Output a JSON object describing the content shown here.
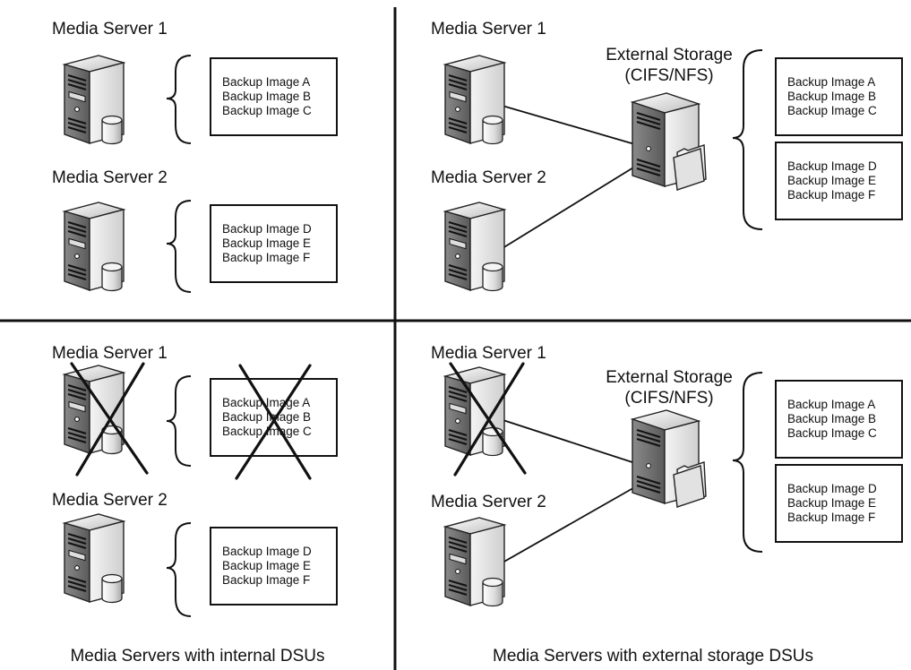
{
  "quadrants": {
    "top_left": {
      "server1": "Media Server 1",
      "server2": "Media Server 2",
      "box1": [
        "Backup Image A",
        "Backup Image B",
        "Backup Image C"
      ],
      "box2": [
        "Backup Image D",
        "Backup Image E",
        "Backup Image F"
      ]
    },
    "top_right": {
      "server1": "Media Server 1",
      "server2": "Media Server 2",
      "storage": [
        "External Storage",
        "(CIFS/NFS)"
      ],
      "box1": [
        "Backup Image A",
        "Backup Image B",
        "Backup Image C"
      ],
      "box2": [
        "Backup Image D",
        "Backup Image E",
        "Backup Image F"
      ]
    },
    "bottom_left": {
      "server1": "Media Server 1",
      "server2": "Media Server 2",
      "box1": [
        "Backup Image A",
        "Backup Image B",
        "Backup Image C"
      ],
      "box2": [
        "Backup Image D",
        "Backup Image E",
        "Backup Image F"
      ]
    },
    "bottom_right": {
      "server1": "Media Server 1",
      "server2": "Media Server 2",
      "storage": [
        "External Storage",
        "(CIFS/NFS)"
      ],
      "box1": [
        "Backup Image A",
        "Backup Image B",
        "Backup Image C"
      ],
      "box2": [
        "Backup Image D",
        "Backup Image E",
        "Backup Image F"
      ]
    }
  },
  "captions": {
    "left": "Media Servers with internal DSUs",
    "right": "Media Servers with external storage DSUs"
  }
}
